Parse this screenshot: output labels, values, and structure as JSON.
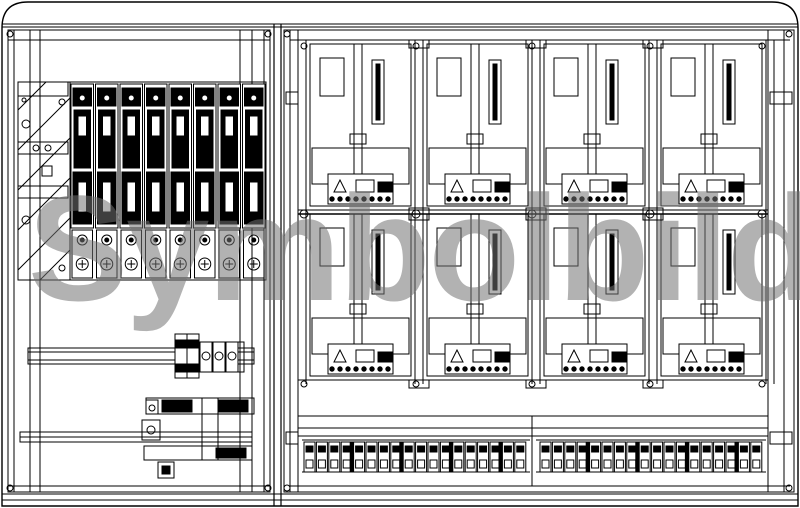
{
  "watermark": {
    "text": "Symbolbild"
  },
  "colors": {
    "line": "#000000",
    "fill": "#ffffff",
    "watermark": "#737373"
  },
  "enclosure": {
    "left_section": {
      "fuse_switch_disconnectors": 8,
      "surge_arresters": 3
    },
    "right_section": {
      "meter_columns": 4,
      "meter_rows": 2,
      "bottom_terminal_groups": 2
    }
  }
}
